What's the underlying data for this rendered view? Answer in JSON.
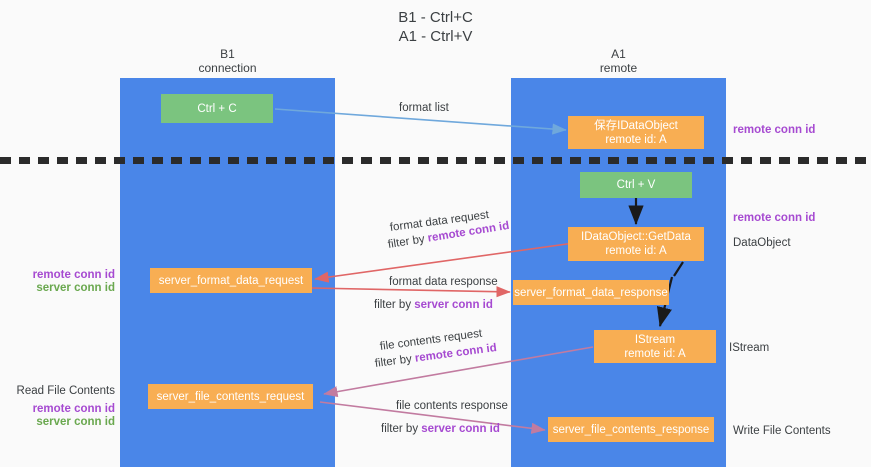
{
  "title": {
    "line1": "B1 - Ctrl+C",
    "line2": "A1 - Ctrl+V"
  },
  "columns": [
    {
      "id": "b1",
      "name": "B1",
      "sub": "connection"
    },
    {
      "id": "a1",
      "name": "A1",
      "sub": "remote"
    }
  ],
  "colors": {
    "lane": "#4a86e8",
    "green_node": "#7bc47f",
    "orange_node": "#f8ae53",
    "remote_conn_id": "#a64ad1",
    "server_conn_id": "#6aa84f",
    "arrow_blue": "#6fa8dc",
    "arrow_red": "#e06666",
    "arrow_purple": "#c27ba0",
    "arrow_black": "#1a1a1a",
    "dash_line": "#2b2b2b"
  },
  "nodes": {
    "ctrl_c": {
      "label": "Ctrl + C"
    },
    "save_idataobject": {
      "line1": "保存IDataObject",
      "line2": "remote id: A"
    },
    "ctrl_v": {
      "label": "Ctrl + V"
    },
    "getdata": {
      "line1": "IDataObject::GetData",
      "line2": "remote id: A"
    },
    "server_format_data_request": {
      "label": "server_format_data_request"
    },
    "server_format_data_response": {
      "label": "server_format_data_response"
    },
    "istream": {
      "line1": "IStream",
      "line2": "remote id: A"
    },
    "server_file_contents_request": {
      "label": "server_file_contents_request"
    },
    "server_file_contents_response": {
      "label": "server_file_contents_response"
    }
  },
  "edge_labels": {
    "format_list": "format list",
    "format_data_request": "format data request",
    "filter_by_1_prefix": "filter by ",
    "filter_by_1_key": "remote conn id",
    "format_data_response": "format data response",
    "filter_by_2_prefix": "filter by ",
    "filter_by_2_key": "server conn id",
    "file_contents_request": "file contents request",
    "filter_by_3_prefix": "filter by ",
    "filter_by_3_key": "remote conn id",
    "file_contents_response": "file contents response",
    "filter_by_4_prefix": "filter by ",
    "filter_by_4_key": "server conn id"
  },
  "side_labels": {
    "right_remote_conn_id_top": "remote conn id",
    "right_remote_conn_id_mid": "remote conn id",
    "right_dataobject": "DataObject",
    "right_istream": "IStream",
    "right_write_file_contents": "Write File Contents",
    "left_remote_conn_id_1": "remote conn id",
    "left_server_conn_id_1": "server conn id",
    "left_read_file_contents": "Read File Contents",
    "left_remote_conn_id_2": "remote conn id",
    "left_server_conn_id_2": "server conn id"
  }
}
